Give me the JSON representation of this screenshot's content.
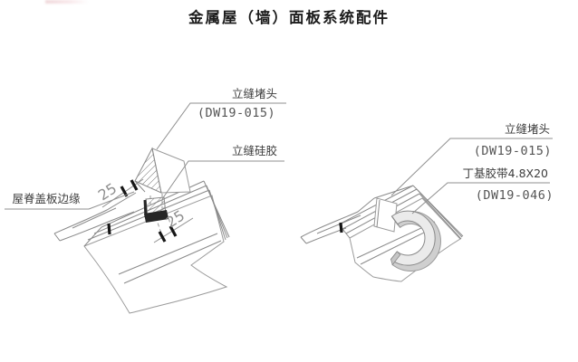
{
  "page": {
    "title": "金属屋（墙）面板系统配件"
  },
  "colors": {
    "line": "#8a8a8a",
    "text": "#3d3d3d",
    "code_text": "#555555",
    "dim_text": "#8f8f8f",
    "dark_fill": "#262626",
    "tape_fill": "#ebebeb"
  },
  "left": {
    "labels": {
      "ridge_cover_edge": "屋脊盖板边缘",
      "seam_plug": "立缝堵头",
      "seam_plug_code": "(DW19-015)",
      "seam_silicone": "立缝硅胶"
    },
    "dims": [
      "25",
      "25"
    ]
  },
  "right": {
    "labels": {
      "seam_plug": "立缝堵头",
      "seam_plug_code": "(DW19-015)",
      "butyl_tape": "丁基胶带4.8X20",
      "butyl_tape_code": "(DW19-046)"
    }
  }
}
